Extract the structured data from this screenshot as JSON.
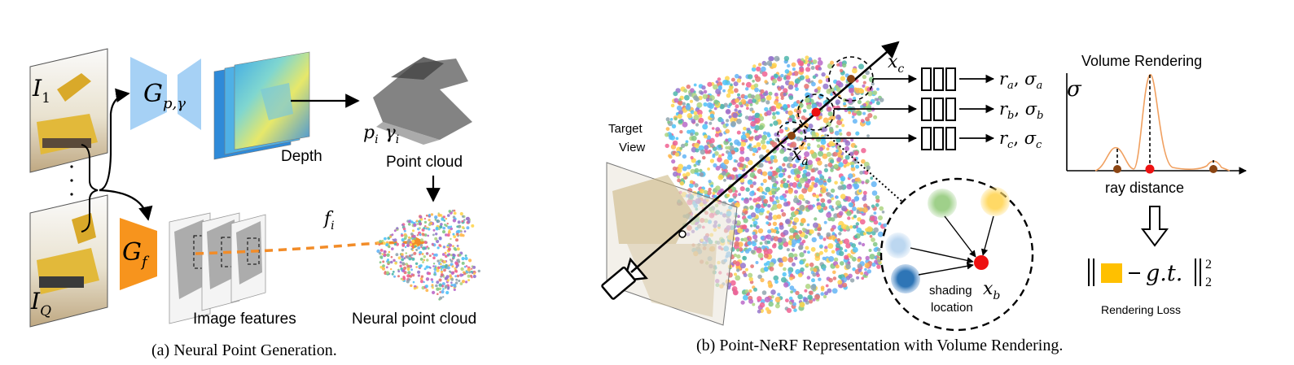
{
  "panel_a": {
    "caption": "(a) Neural Point Generation.",
    "image_top_label": "I",
    "image_top_sub": "1",
    "image_bottom_label": "I",
    "image_bottom_sub": "Q",
    "net_depth_label": "G",
    "net_depth_sub": "p,γ",
    "net_feat_label": "G",
    "net_feat_sub": "f",
    "depth_label": "Depth",
    "pi_label": "p",
    "pi_sub": "i",
    "gamma_label": "γ",
    "gamma_sub": "i",
    "point_cloud_label": "Point cloud",
    "fi_label": "f",
    "fi_sub": "i",
    "image_features_label": "Image features",
    "neural_point_cloud_label": "Neural point cloud"
  },
  "panel_b": {
    "caption": "(b) Point-NeRF Representation with Volume Rendering.",
    "target_view_line1": "Target",
    "target_view_line2": "View",
    "xc_label": "x",
    "xc_sub": "c",
    "xa_label": "x",
    "xa_sub": "a",
    "xb_label": "x",
    "xb_sub": "b",
    "outputs": [
      {
        "r": "r",
        "r_sub": "a",
        "s": "σ",
        "s_sub": "a"
      },
      {
        "r": "r",
        "r_sub": "b",
        "s": "σ",
        "s_sub": "b"
      },
      {
        "r": "r",
        "r_sub": "c",
        "s": "σ",
        "s_sub": "c"
      }
    ],
    "shading_line1": "shading",
    "shading_line2": "location",
    "volume_rendering_title": "Volume Rendering",
    "sigma_axis": "σ",
    "ray_distance_label": "ray distance",
    "loss_gt": "g.t.",
    "loss_sup": "2",
    "loss_sub": "2",
    "rendering_loss_label": "Rendering Loss"
  },
  "colors": {
    "net_blue": "#a6d1f5",
    "net_orange": "#f7941d",
    "dash_orange": "#f28c28",
    "point_red": "#ee1111",
    "point_brown": "#8b4513",
    "curve_orange": "#f0a060",
    "loss_square": "#ffc000",
    "neighbor_green": "#9fd08a",
    "neighbor_yellow": "#ffd966",
    "neighbor_lightblue": "#bcd7f0",
    "neighbor_blue": "#2e75b6"
  }
}
